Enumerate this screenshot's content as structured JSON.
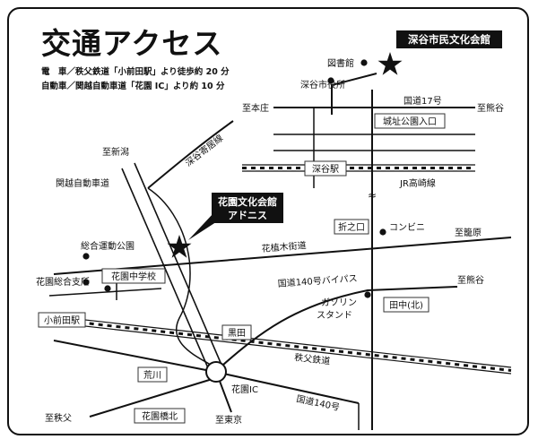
{
  "title": "交通アクセス",
  "header_badge": "深谷市民文化会館",
  "access_train": "電　車／秩父鉄道「小前田駅」より徒歩約 20 分",
  "access_car": "自動車／関越自動車道「花園 IC」より約 10 分",
  "venue_label": [
    "花園文化会館",
    "アドニス"
  ],
  "places": {
    "library": "図書館",
    "city_hall": "深谷市役所",
    "to_honjo": "至本庄",
    "route17": "国道17号",
    "to_kumagaya_top": "至熊谷",
    "castle_park": "城址公園入口",
    "fukaya_sta": "深谷駅",
    "takasaki_line": "JR高崎線",
    "to_niigata": "至新潟",
    "fukaya_yorii": "深谷寄居線",
    "kanetsu": "関越自動車道",
    "orinokuchi": "折之口",
    "convenience": "コンビニ",
    "to_harai": "至籠原",
    "hanazono_kaido": "花植木街道",
    "sports_park": "総合運動公園",
    "hanazono_branch": "花園総合支所",
    "hanazono_jhs": "花園中学校",
    "bypass140": "国道140号バイパス",
    "to_kumagaya_mid": "至熊谷",
    "gas1": "ガソリン",
    "gas2": "スタンド",
    "tanaka": "田中(北)",
    "obusada_sta": "小前田駅",
    "kuroda": "黒田",
    "chichibu_rail": "秩父鉄道",
    "arakawa": "荒川",
    "hanazono_ic": "花園IC",
    "route140": "国道140号",
    "to_chichibu": "至秩父",
    "hanazono_bridge": "花園橋北",
    "to_tokyo": "至東京",
    "approx": "≈"
  },
  "colors": {
    "ink": "#111111",
    "badge_bg": "#111111",
    "badge_fg": "#ffffff"
  }
}
